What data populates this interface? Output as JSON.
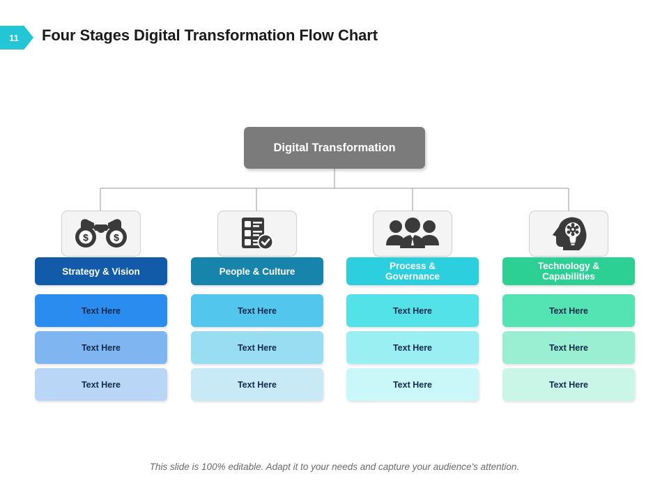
{
  "header": {
    "badge_number": "11",
    "title": "Four Stages Digital Transformation Flow Chart",
    "badge_color": "#23c6d4"
  },
  "root": {
    "label": "Digital Transformation",
    "color": "#7b7b7b",
    "text_color": "#ffffff"
  },
  "columns": [
    {
      "icon": "binoculars-dollar-icon",
      "header_label": "Strategy & Vision",
      "header_color": "#115ba8",
      "rows": [
        {
          "label": "Text Here",
          "color": "#2b8cef"
        },
        {
          "label": "Text Here",
          "color": "#7fb6f2"
        },
        {
          "label": "Text Here",
          "color": "#b9d6f7"
        }
      ]
    },
    {
      "icon": "checklist-check-icon",
      "header_label": "People & Culture",
      "header_color": "#1784ab",
      "rows": [
        {
          "label": "Text Here",
          "color": "#52c6ec"
        },
        {
          "label": "Text Here",
          "color": "#99ddf2"
        },
        {
          "label": "Text Here",
          "color": "#c7eaf6"
        }
      ]
    },
    {
      "icon": "team-people-icon",
      "header_label": "Process &\nGovernance",
      "header_color": "#2ccfdd",
      "rows": [
        {
          "label": "Text Here",
          "color": "#53e2e8"
        },
        {
          "label": "Text Here",
          "color": "#9aeff2"
        },
        {
          "label": "Text Here",
          "color": "#caf7f8"
        }
      ]
    },
    {
      "icon": "head-lightbulb-gear-icon",
      "header_label": "Technology &\nCapabilities",
      "header_color": "#2cd094",
      "rows": [
        {
          "label": "Text Here",
          "color": "#54e3b2"
        },
        {
          "label": "Text Here",
          "color": "#9aeed2"
        },
        {
          "label": "Text Here",
          "color": "#caf6e8"
        }
      ]
    }
  ],
  "footer": {
    "note": "This slide is 100% editable. Adapt it to your needs and capture your audience's attention."
  }
}
